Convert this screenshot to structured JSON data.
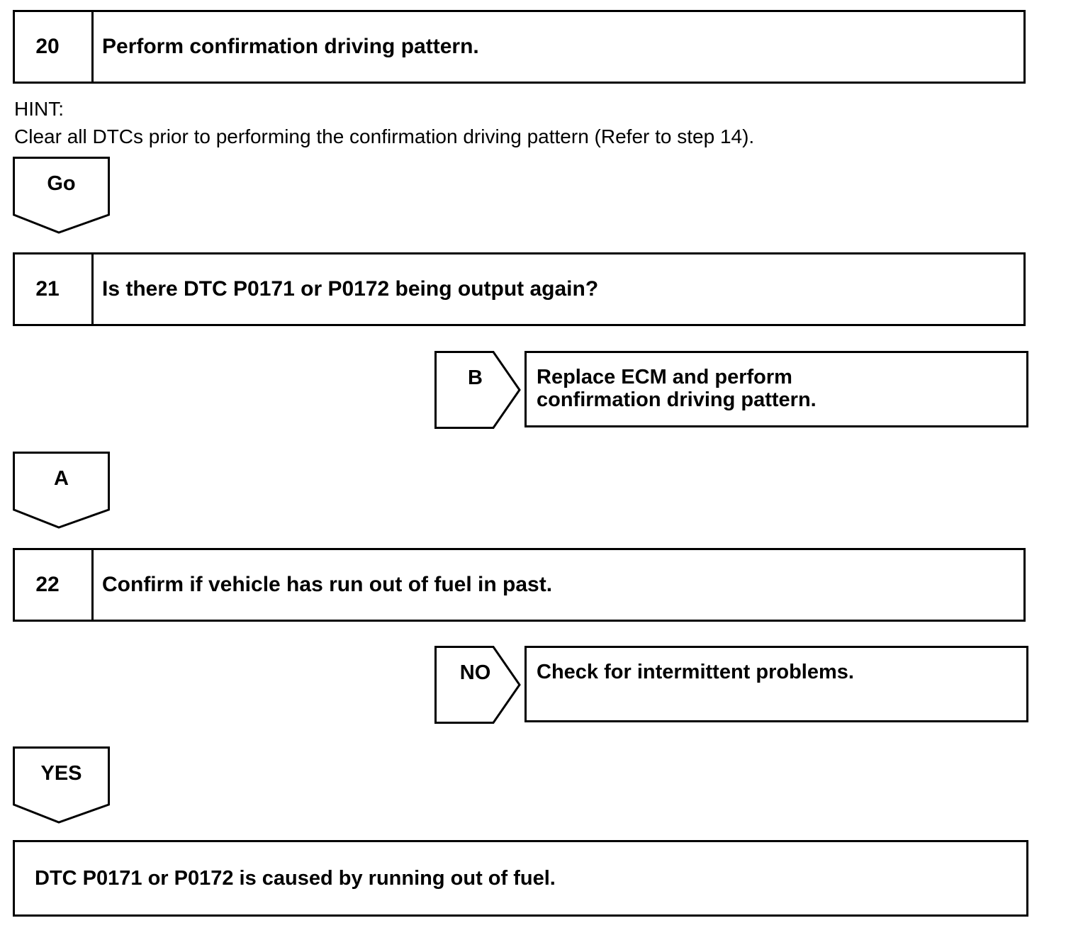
{
  "steps": [
    {
      "number": "20",
      "text": "Perform confirmation driving pattern."
    },
    {
      "number": "21",
      "text": "Is there DTC P0171 or P0172 being output again?"
    },
    {
      "number": "22",
      "text": "Confirm if vehicle has run out of fuel in past."
    }
  ],
  "hint": {
    "label": "HINT:",
    "text": "Clear all DTCs prior to performing the confirmation driving pattern (Refer to step 14)."
  },
  "tags": {
    "go": "Go",
    "a": "A",
    "b": "B",
    "no": "NO",
    "yes": "YES"
  },
  "actions": {
    "b": "Replace  ECM and  perform\nconfirmation driving pattern.",
    "no": "Check for intermittent problems."
  },
  "result": "DTC P0171 or P0172 is caused by running out of fuel."
}
